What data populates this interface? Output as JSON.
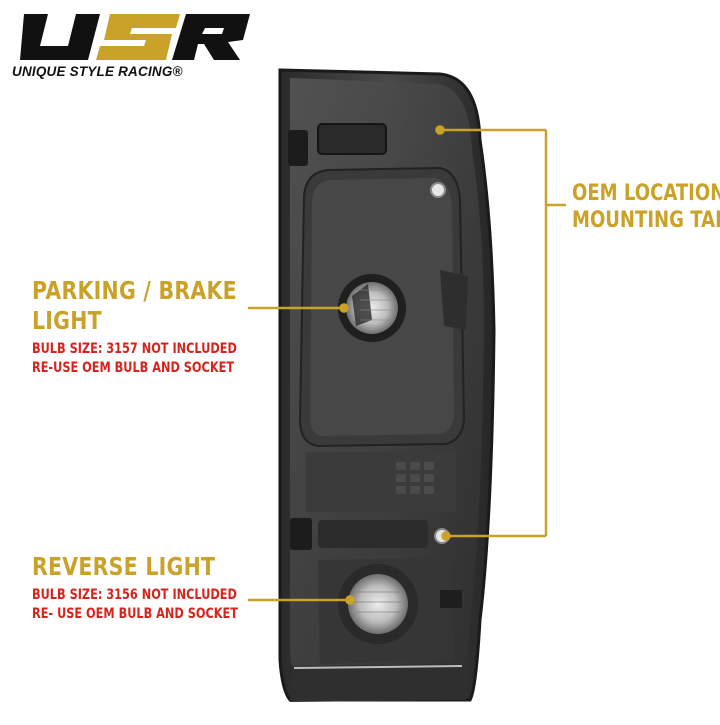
{
  "brand": {
    "logo_text": "USR",
    "tagline": "UNIQUE STYLE RACING®"
  },
  "callouts": {
    "parking": {
      "title_line1": "PARKING / BRAKE",
      "title_line2": "LIGHT",
      "note_line1": "BULB SIZE: 3157 NOT INCLUDED",
      "note_line2": "RE-USE OEM BULB AND SOCKET"
    },
    "reverse": {
      "title": "REVERSE LIGHT",
      "note_line1": "BULB SIZE: 3156 NOT INCLUDED",
      "note_line2": "RE- USE OEM BULB AND SOCKET"
    },
    "mounting": {
      "title_line1": "OEM LOCATION",
      "title_line2": "MOUNTING TAB"
    }
  },
  "colors": {
    "accent_gold": "#c9a227",
    "note_red": "#d5241c",
    "logo_black": "#111111"
  }
}
